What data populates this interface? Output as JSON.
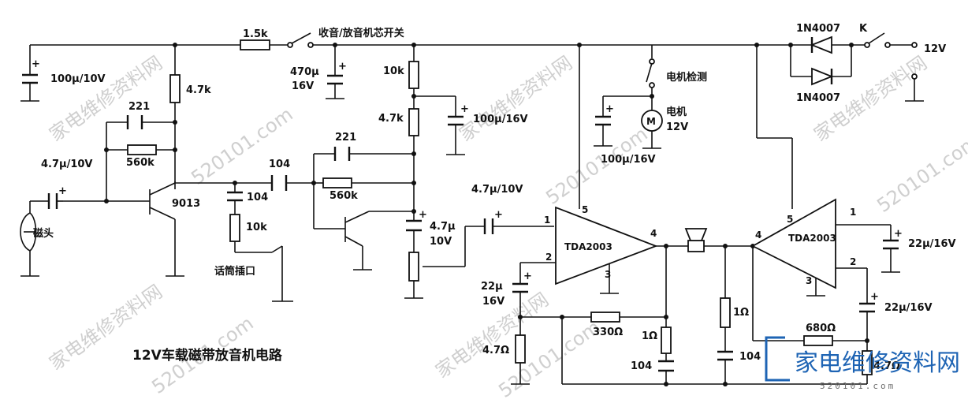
{
  "title": "12V车载磁带放音机电路",
  "watermark": {
    "text_cn": "家电维修资料网",
    "text_url": "520101.com",
    "logo_text": "家电维修资料网",
    "logo_url": "520101.com"
  },
  "labels": {
    "r_1k5": "1.5k",
    "switch_tape": "收音/放音机芯开关",
    "cap_470u": "470μ",
    "cap_470u_v": "16V",
    "cap_100u_10v": "100μ/10V",
    "r_47k_a": "4.7k",
    "cap_221_a": "221",
    "r_560k_a": "560k",
    "cap_47u_10v_a": "4.7μ/10V",
    "q_9013": "9013",
    "head": "磁头",
    "cap_104_a": "104",
    "cap_104_b": "104",
    "r_10k_a": "10k",
    "mic_jack": "话筒插口",
    "cap_221_b": "221",
    "r_560k_b": "560k",
    "r_10k_b": "10k",
    "r_47k_b": "4.7k",
    "cap_100u_16v_a": "100μ/16V",
    "cap_47u_10v_b": "4.7μ",
    "cap_47u_10v_b_v": "10V",
    "cap_47u_10v_c": "4.7μ/10V",
    "motor_detect": "电机检测",
    "motor": "电机",
    "motor_v": "12V",
    "cap_100u_16v_b": "100μ/16V",
    "diode_a": "1N4007",
    "diode_b": "1N4007",
    "switch_k": "K",
    "supply": "12V",
    "ic_left": "TDA2003",
    "ic_right": "TDA2003",
    "cap_22u_a": "22μ",
    "cap_22u_a_v": "16V",
    "r_47ohm_a": "4.7Ω",
    "r_330": "330Ω",
    "r_1ohm_a": "1Ω",
    "cap_104_c": "104",
    "r_1ohm_b": "1Ω",
    "cap_104_d": "104",
    "r_680": "680Ω",
    "r_47ohm_b": "4.7Ω",
    "cap_22u_b": "22μ/16V",
    "cap_22u_c": "22μ/16V"
  },
  "pins": {
    "left_in": "1",
    "left_fb": "2",
    "left_gnd": "3",
    "left_out": "4",
    "left_vcc": "5",
    "right_out": "4",
    "right_vcc": "5",
    "right_in": "1",
    "right_fb": "2",
    "right_gnd": "3"
  }
}
